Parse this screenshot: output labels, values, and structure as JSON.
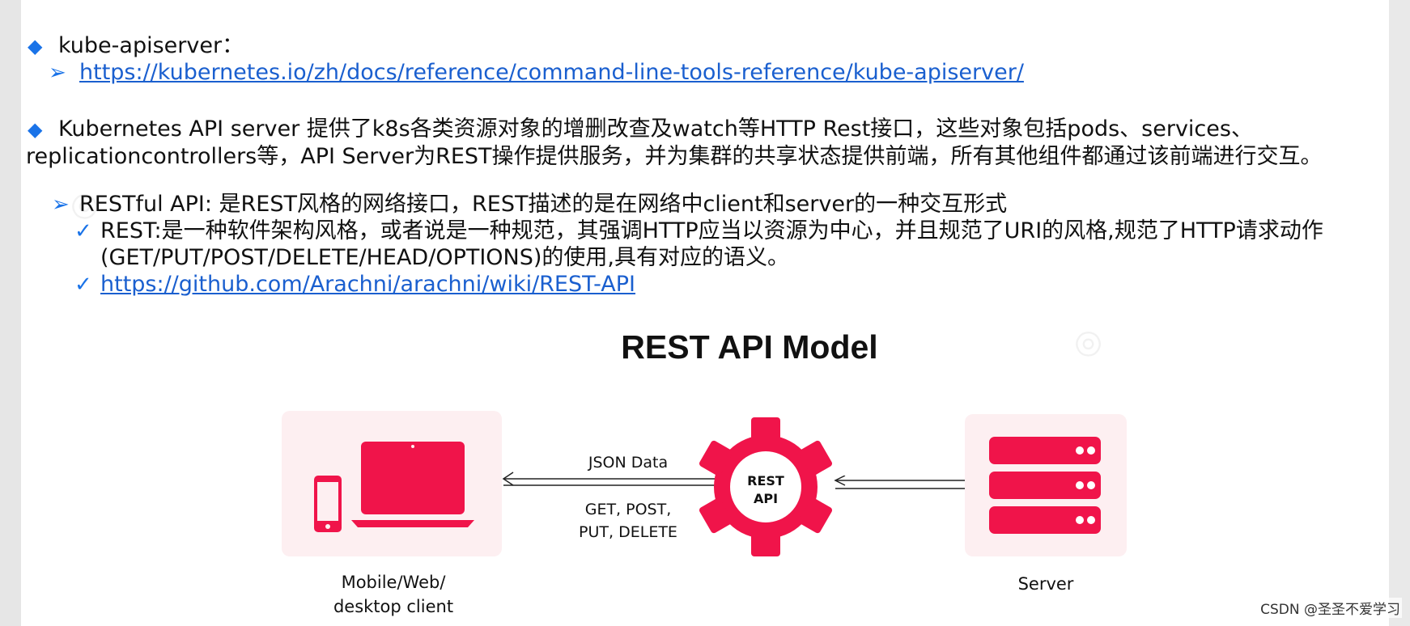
{
  "section1": {
    "bullet": "◆",
    "title": "kube-apiserver：",
    "link_bullet": "➢",
    "link": "https://kubernetes.io/zh/docs/reference/command-line-tools-reference/kube-apiserver/"
  },
  "section2": {
    "bullet": "◆",
    "line1": "Kubernetes API server 提供了k8s各类资源对象的增删改查及watch等HTTP Rest接口，这些对象包括pods、services、",
    "line2": "replicationcontrollers等，API Server为REST操作提供服务，并为集群的共享状态提供前端，所有其他组件都通过该前端进行交互。"
  },
  "section3": {
    "bullet": "➢",
    "text": "RESTful API: 是REST风格的网络接口，REST描述的是在网络中client和server的一种交互形式",
    "check": "✓",
    "sub1_line1": "REST:是一种软件架构风格，或者说是一种规范，其强调HTTP应当以资源为中心，并且规范了URI的风格,规范了HTTP请求动作",
    "sub1_line2": "(GET/PUT/POST/DELETE/HEAD/OPTIONS)的使用,具有对应的语义。",
    "sub2_link": "https://github.com/Arachni/arachni/wiki/REST-API"
  },
  "diagram": {
    "title": "REST API Model",
    "client_label_line1": "Mobile/Web/",
    "client_label_line2": "desktop client",
    "json_data": "JSON Data",
    "methods_line1": "GET, POST,",
    "methods_line2": "PUT, DELETE",
    "gear_line1": "REST",
    "gear_line2": "API",
    "server_label": "Server",
    "accent_color": "#f0144a"
  },
  "footer": {
    "credit": "CSDN @圣圣不爱学习"
  }
}
